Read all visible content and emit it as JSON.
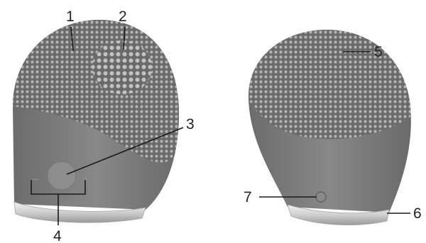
{
  "colors": {
    "body": "#7a7a7a",
    "body_shadow": "#5c5c5c",
    "bristle_field": "#6b6b6b",
    "bristle": "#b9b9b9",
    "button": "#8a8a8a",
    "base_ring": "#d8d8d8",
    "leader_line": "#1a1a1a"
  },
  "front_view": {
    "brand_text": "beurer",
    "minus_symbol": "−",
    "plus_symbol": "+"
  },
  "callouts": [
    {
      "number": "1",
      "target": "fine-bristles"
    },
    {
      "number": "2",
      "target": "coarse-bristles"
    },
    {
      "number": "3",
      "target": "power-button"
    },
    {
      "number": "4",
      "target": "intensity-controls"
    },
    {
      "number": "5",
      "target": "rear-bristles"
    },
    {
      "number": "6",
      "target": "base-ring"
    },
    {
      "number": "7",
      "target": "charging-port"
    }
  ]
}
